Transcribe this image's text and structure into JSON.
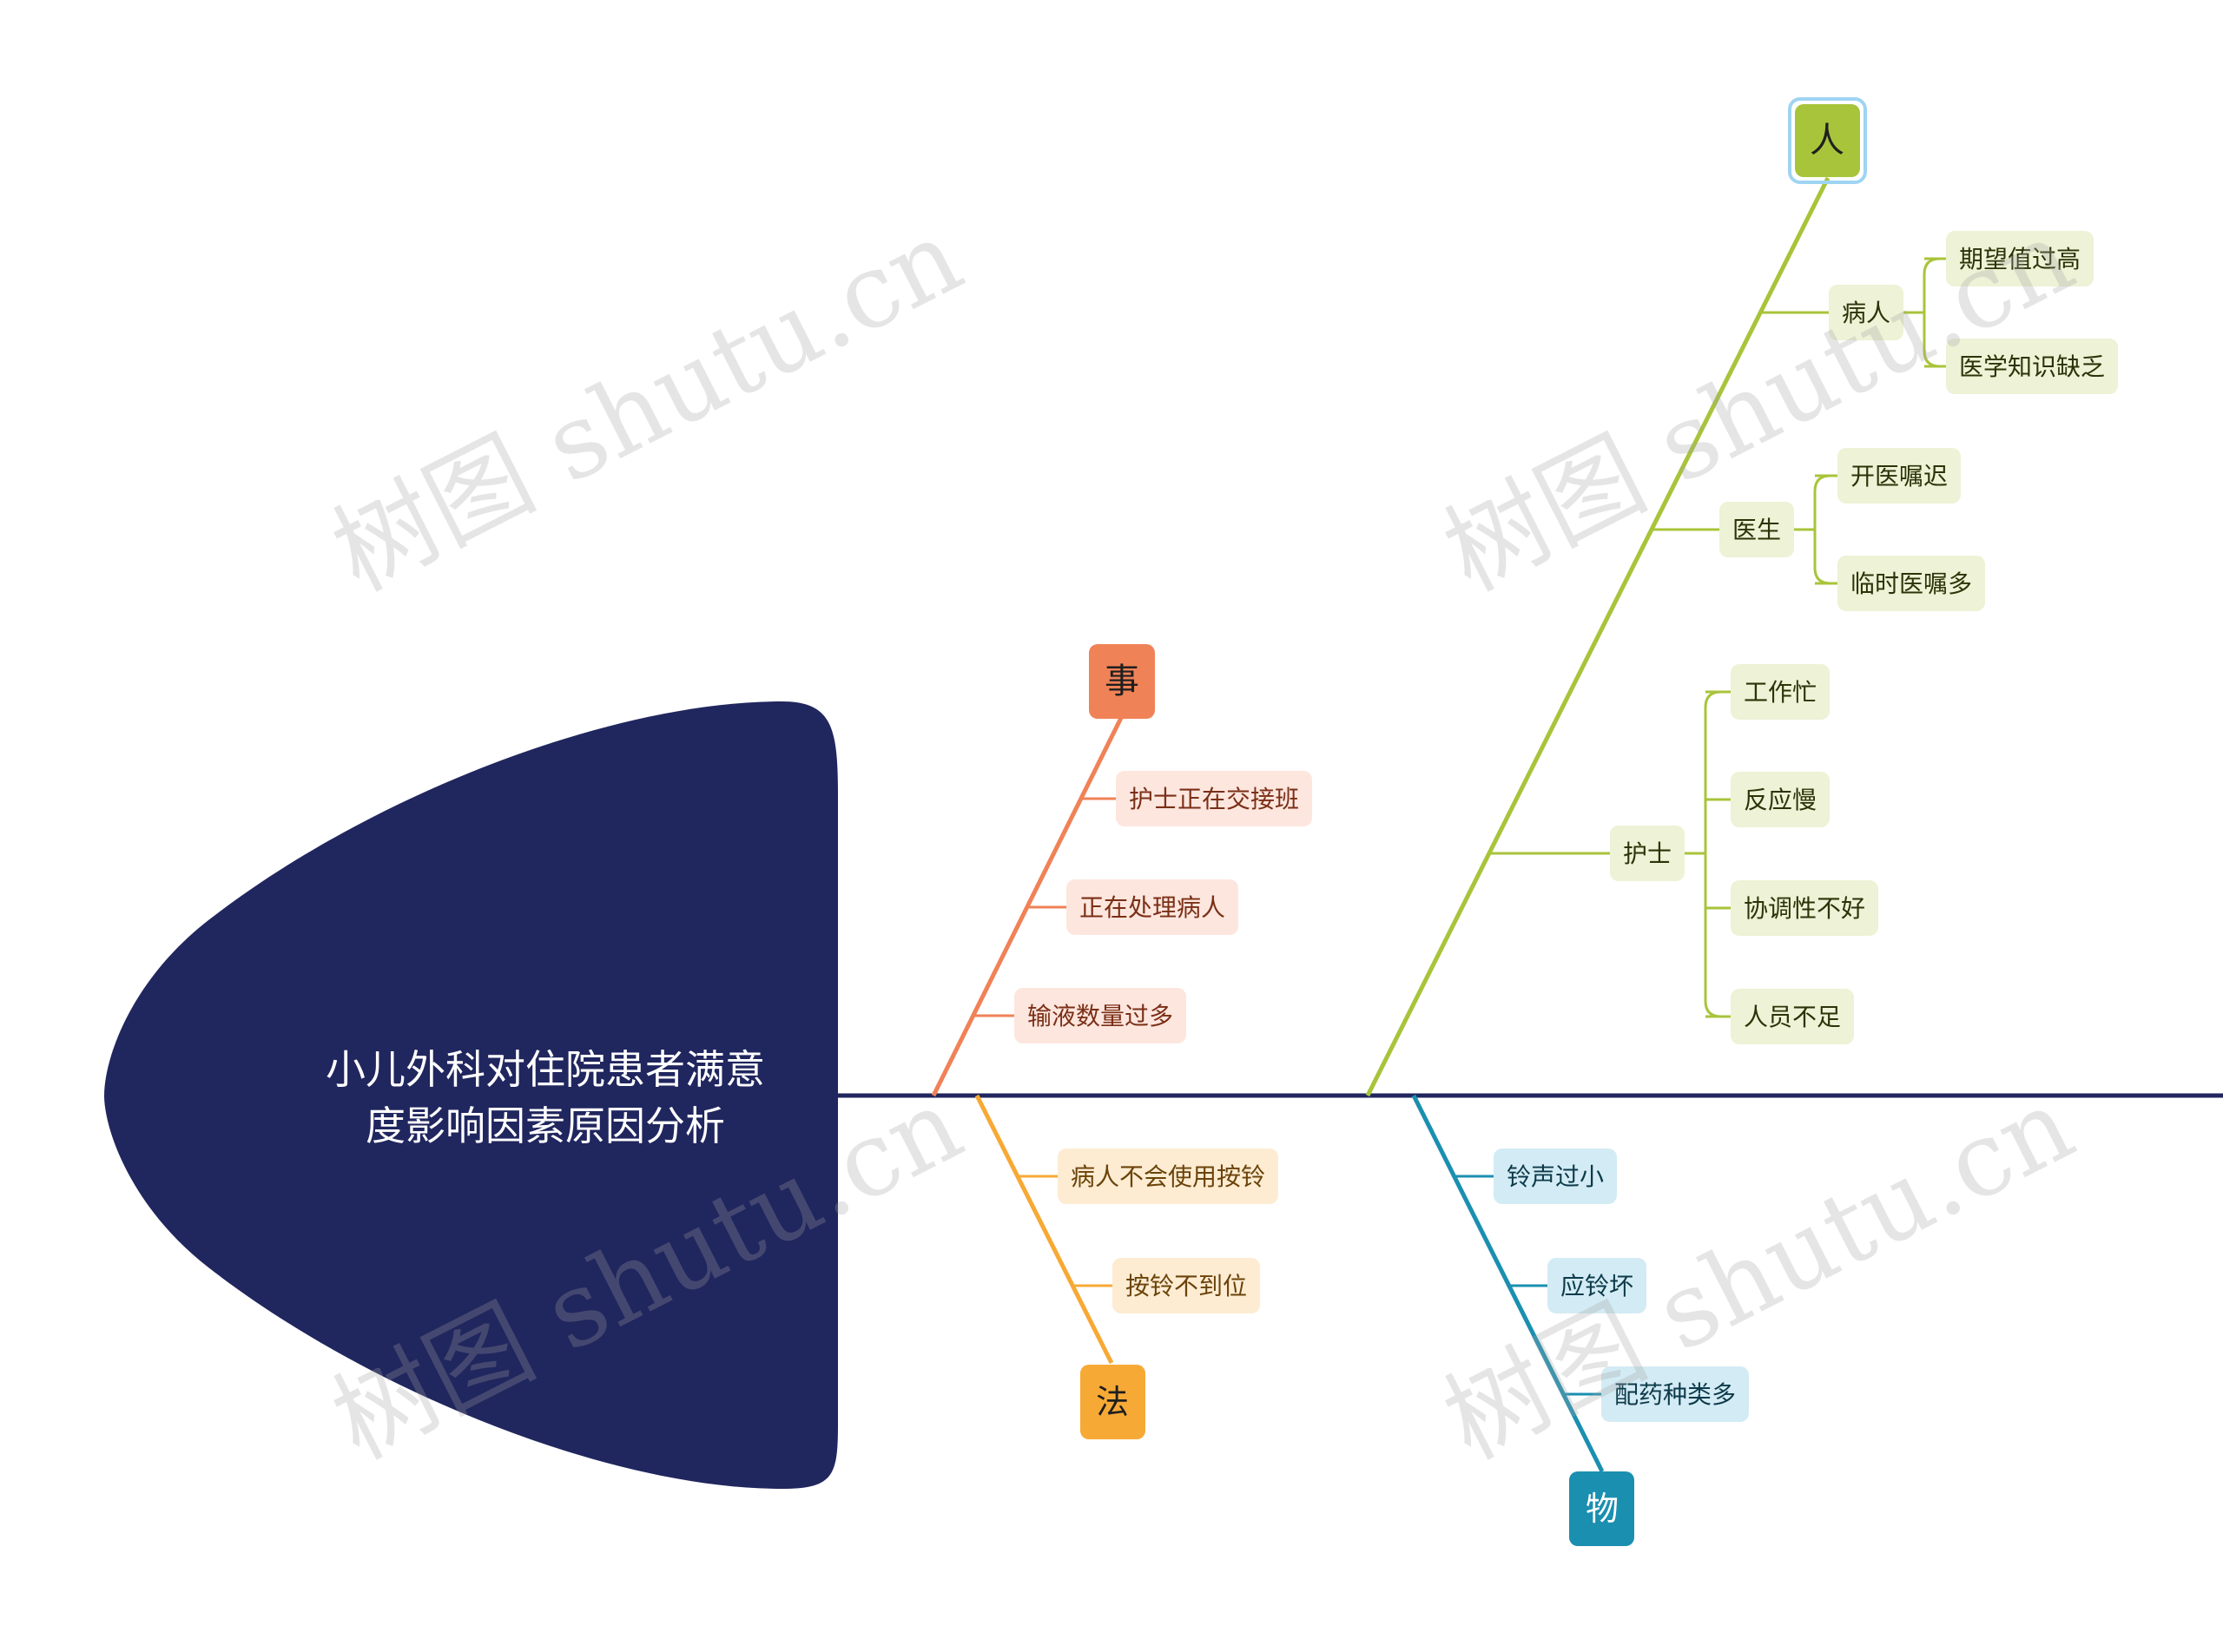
{
  "root": {
    "title_line1": "小儿外科对住院患者满意",
    "title_line2": "度影响因素原因分析"
  },
  "colors": {
    "spine": "#20265e",
    "head_fill": "#20265e",
    "ren": "#a8c43a",
    "shi": "#f08257",
    "fa": "#f7a935",
    "wu": "#1b8fb0"
  },
  "categories": {
    "ren": {
      "label": "人",
      "groups": [
        {
          "label": "病人",
          "items": [
            "期望值过高",
            "医学知识缺乏"
          ]
        },
        {
          "label": "医生",
          "items": [
            "开医嘱迟",
            "临时医嘱多"
          ]
        },
        {
          "label": "护士",
          "items": [
            "工作忙",
            "反应慢",
            "协调性不好",
            "人员不足"
          ]
        }
      ]
    },
    "shi": {
      "label": "事",
      "items": [
        "护士正在交接班",
        "正在处理病人",
        "输液数量过多"
      ]
    },
    "fa": {
      "label": "法",
      "items": [
        "病人不会使用按铃",
        "按铃不到位"
      ]
    },
    "wu": {
      "label": "物",
      "items": [
        "铃声过小",
        "应铃坏",
        "配药种类多"
      ]
    }
  },
  "watermarks": [
    "树图 shutu.cn",
    "树图 shutu.cn",
    "树图 shutu.cn",
    "树图 shutu.cn"
  ]
}
